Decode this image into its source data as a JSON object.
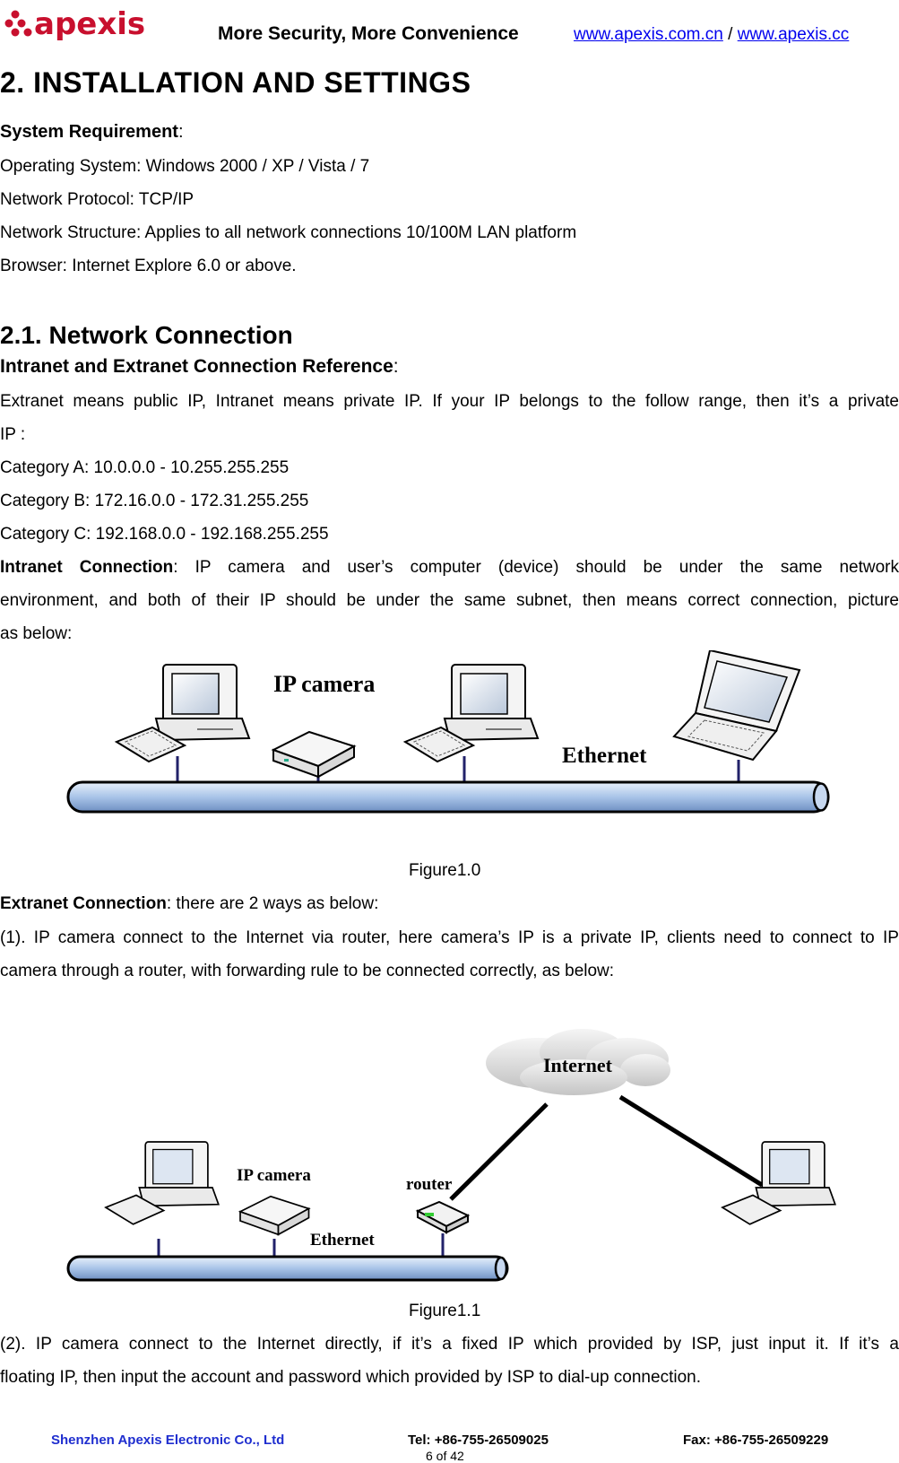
{
  "header": {
    "logo_text": "apexis",
    "slogan": "More Security, More Convenience",
    "link1": "www.apexis.com.cn",
    "separator": "/",
    "link2": "www.apexis.cc"
  },
  "section": {
    "title": "2. INSTALLATION AND SETTINGS",
    "sysreq_label": "System Requirement",
    "colon": ":",
    "os": "Operating System: Windows 2000 / XP / Vista / 7",
    "protocol": "Network Protocol: TCP/IP",
    "structure": "Network Structure: Applies to all network connections 10/100M LAN platform",
    "browser": "Browser: Internet Explore 6.0 or above."
  },
  "subsection": {
    "title": "2.1. Network Connection",
    "ref_label": "Intranet and Extranet Connection Reference",
    "extranet_def_1": "Extranet means public IP, Intranet means private IP. If your IP belongs to the follow range, then it’s a private",
    "extranet_def_2": "IP :",
    "cat_a": "Category A: 10.0.0.0 - 10.255.255.255",
    "cat_b": "Category B: 172.16.0.0 - 172.31.255.255",
    "cat_c": "Category C: 192.168.0.0 - 192.168.255.255",
    "intranet_label": "Intranet Connection",
    "intranet_text_1": ": IP camera and user’s computer (device) should be under the same network",
    "intranet_text_2": "environment, and both of their IP should be under the same subnet, then means correct connection, picture",
    "intranet_text_3": "as below:",
    "fig1_caption": "Figure1.0",
    "extranet_label": "Extranet Connection",
    "extranet_text": ": there are 2 ways as below:",
    "way1_1": "(1). IP camera connect to the Internet via router, here camera’s IP is a private IP, clients need to connect to IP",
    "way1_2": "camera through a router, with forwarding rule to be connected correctly, as below:",
    "fig2_caption": "Figure1.1",
    "way2_1": "(2). IP camera connect to the Internet directly, if it’s a fixed IP which provided by ISP, just input it. If it’s a",
    "way2_2": "floating IP, then input the account and password which provided by ISP to dial-up connection."
  },
  "figure1": {
    "ipcam_label": "IP camera",
    "ethernet_label": "Ethernet"
  },
  "figure2": {
    "internet_label": "Internet",
    "ipcam_label": "IP camera",
    "router_label": "router",
    "ethernet_label": "Ethernet"
  },
  "footer": {
    "company": "Shenzhen Apexis Electronic Co., Ltd",
    "tel": "Tel: +86-755-26509025",
    "fax": "Fax: +86-755-26509229",
    "page": "6 of 42"
  },
  "colors": {
    "link": "#0000ee",
    "footer_company": "#1f2ecf",
    "logo_red": "#c8102e",
    "ethernet_pipe": "#a9c4e8"
  }
}
